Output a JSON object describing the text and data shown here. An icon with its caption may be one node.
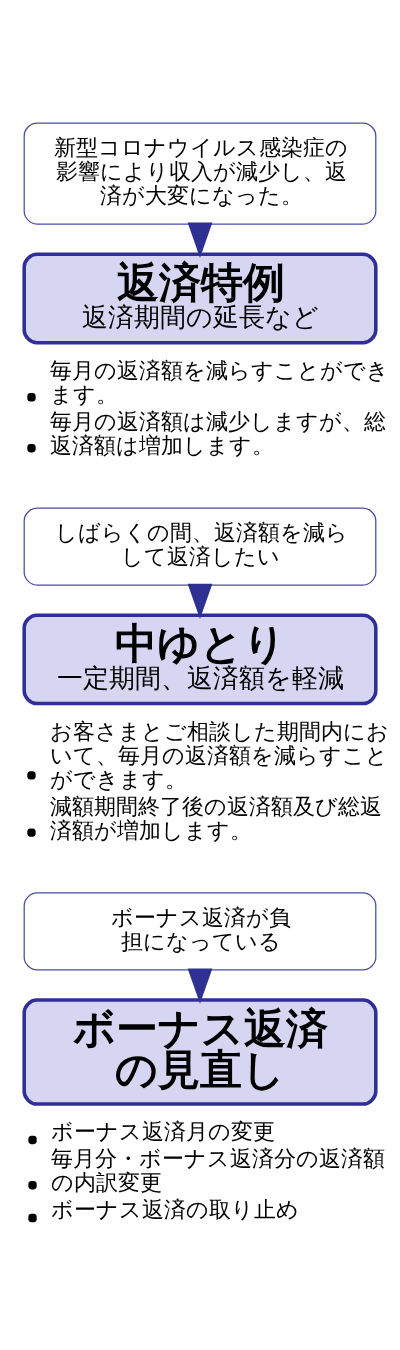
{
  "diagram": {
    "nodes": [
      {
        "text": [
          "新型コロナウイルス感染症の影響により収入が減少し、返済が大変になった。"
        ]
      },
      {
        "text": [
          "返済特例",
          "返済期間の延長など"
        ],
        "beside": [
          "毎月の返済額を減らすことができます。",
          "毎月の返済額は減少しますが、総返済額は増加します。"
        ]
      },
      {
        "text": [
          "しばらくの間、返済額を減らして返済したい"
        ]
      },
      {
        "text": [
          "中ゆとり",
          "一定期間、返済額を軽減"
        ],
        "beside": [
          "お客さまとご相談した期間内において、毎月の返済額を減らすことができます。",
          "減額期間終了後の返済額及び総返済額が増加します。"
        ]
      },
      {
        "text": [
          "ボーナス返済が負担になっている"
        ]
      },
      {
        "text": [
          "ボーナス返済の見直し"
        ],
        "beside": [
          "ボーナス返済月の変更",
          "毎月分・ボーナス返済分の返済額の内訳変更",
          "ボーナス返済の取り止め"
        ]
      }
    ],
    "edges": [
      {
        "from": 0,
        "to": 1,
        "arrow": "to"
      },
      {
        "from": 2,
        "to": 3,
        "arrow": "to"
      },
      {
        "from": 4,
        "to": 5,
        "arrow": "to"
      }
    ]
  }
}
